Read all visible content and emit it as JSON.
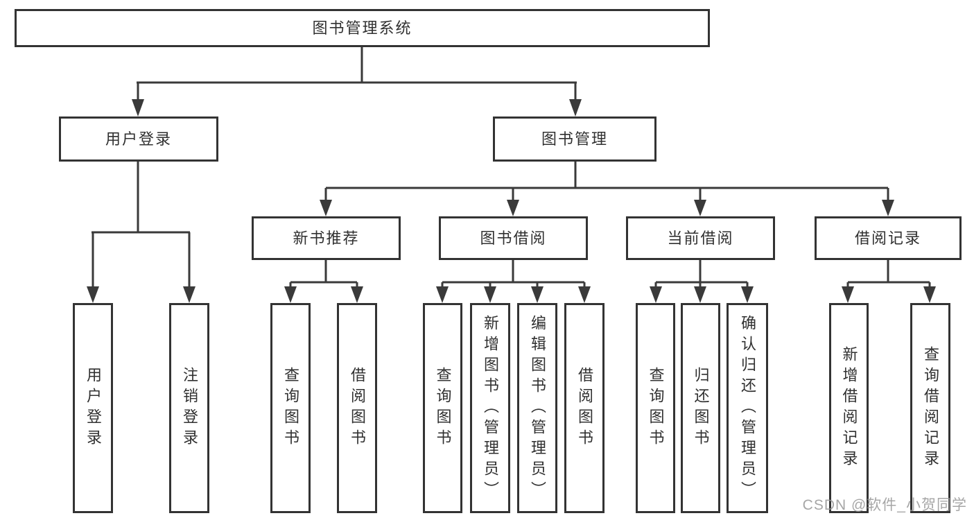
{
  "colors": {
    "line": "#3a3a3a",
    "box_border": "#333333",
    "text": "#303030",
    "watermark": "#969696",
    "background": "#ffffff"
  },
  "watermark": {
    "text": "CSDN @软件_小贺同学"
  },
  "tree": {
    "label": "图书管理系统",
    "children": [
      {
        "label": "用户登录",
        "children": [
          {
            "label": "用户登录"
          },
          {
            "label": "注销登录"
          }
        ]
      },
      {
        "label": "图书管理",
        "children": [
          {
            "label": "新书推荐",
            "children": [
              {
                "label": "查询图书"
              },
              {
                "label": "借阅图书"
              }
            ]
          },
          {
            "label": "图书借阅",
            "children": [
              {
                "label": "查询图书"
              },
              {
                "label": "新增图书（管理员）"
              },
              {
                "label": "编辑图书（管理员）"
              },
              {
                "label": "借阅图书"
              }
            ]
          },
          {
            "label": "当前借阅",
            "children": [
              {
                "label": "查询图书"
              },
              {
                "label": "归还图书"
              },
              {
                "label": "确认归还（管理员）"
              }
            ]
          },
          {
            "label": "借阅记录",
            "children": [
              {
                "label": "新增借阅记录"
              },
              {
                "label": "查询借阅记录"
              }
            ]
          }
        ]
      }
    ]
  }
}
